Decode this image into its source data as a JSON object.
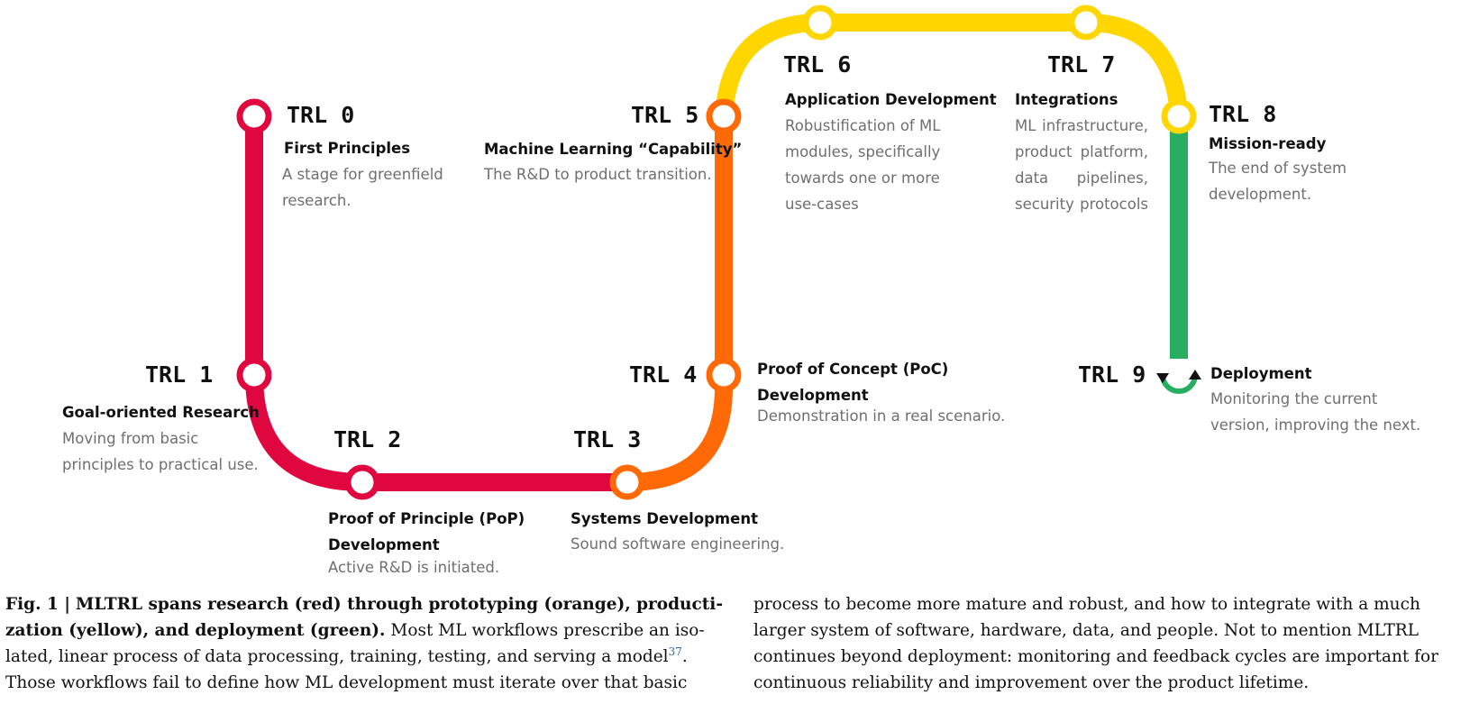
{
  "colors": {
    "research": "#e0063f",
    "prototyping": "#ff6a06",
    "productization": "#ffd600",
    "deployment": "#27ae60"
  },
  "stages": [
    {
      "id": "trl0",
      "label": "TRL 0",
      "title": "First Principles",
      "desc": [
        "A stage for greenfield",
        "research."
      ]
    },
    {
      "id": "trl1",
      "label": "TRL 1",
      "title": "Goal-oriented Research",
      "desc": [
        "Moving from basic",
        "principles to practical use."
      ]
    },
    {
      "id": "trl2",
      "label": "TRL 2",
      "title": "Proof of Principle (PoP)",
      "title2": "Development",
      "desc": [
        "Active R&D is initiated."
      ]
    },
    {
      "id": "trl3",
      "label": "TRL 3",
      "title": "Systems Development",
      "desc": [
        "Sound software engineering."
      ]
    },
    {
      "id": "trl4",
      "label": "TRL 4",
      "title": "Proof of Concept (PoC)",
      "title2": "Development",
      "desc": [
        "Demonstration in a real scenario."
      ]
    },
    {
      "id": "trl5",
      "label": "TRL 5",
      "title": "Machine Learning “Capability”",
      "desc": [
        "The R&D to product transition."
      ]
    },
    {
      "id": "trl6",
      "label": "TRL 6",
      "title": "Application Development",
      "desc": [
        "Robustification of ML",
        "modules, specifically",
        "towards one or more",
        "use-cases"
      ]
    },
    {
      "id": "trl7",
      "label": "TRL 7",
      "title": "Integrations",
      "desc": [
        "ML infrastructure,",
        "product platform,",
        "data pipelines,",
        "security protocols"
      ]
    },
    {
      "id": "trl8",
      "label": "TRL 8",
      "title": "Mission-ready",
      "desc": [
        "The end of system",
        "development."
      ]
    },
    {
      "id": "trl9",
      "label": "TRL 9",
      "title": "Deployment",
      "desc": [
        "Monitoring the current",
        "version, improving the next."
      ]
    }
  ],
  "caption": {
    "fig_label": "Fig. 1 |",
    "bold_lines": [
      "MLTRL spans research (red) through prototyping (orange), producti-",
      "zation (yellow), and deployment (green)."
    ],
    "line2_rest": "Most ML workflows prescribe an iso-",
    "line3_text": "lated, linear process of data processing, training, testing, and serving a model",
    "line3_ref": "37",
    "line3_end": ".",
    "line4": "Those workflows fail to define how ML development must iterate over that basic",
    "right_lines": [
      "process to become more mature and robust, and how to integrate with a much",
      "larger system of software, hardware, data, and people. Not to mention MLTRL",
      "continues beyond deployment: monitoring and feedback cycles are important for",
      "continuous reliability and improvement over the product lifetime."
    ]
  }
}
